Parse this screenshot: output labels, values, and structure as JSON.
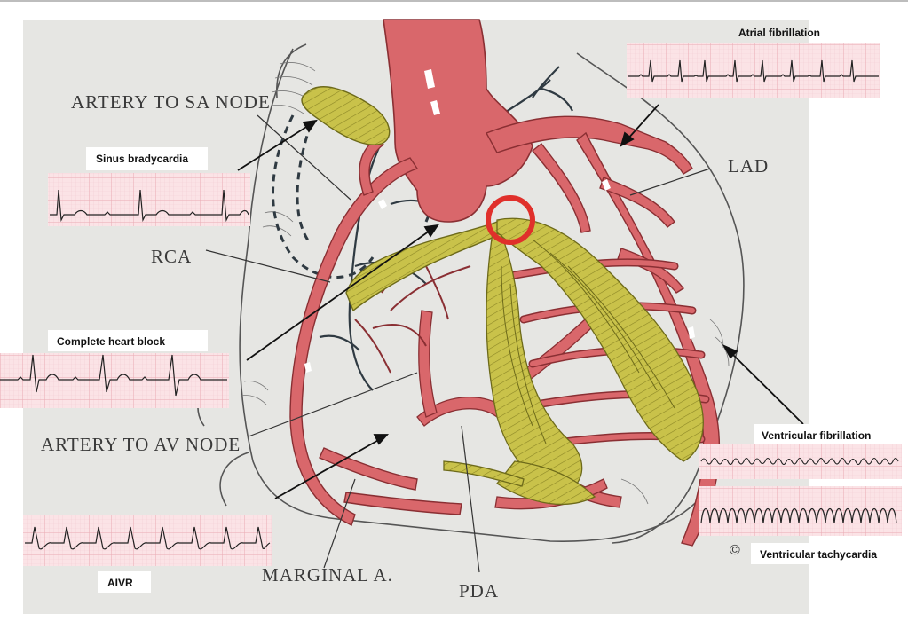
{
  "labels": {
    "artery_sa_node": "ARTERY TO SA NODE",
    "lad": "LAD",
    "rca": "RCA",
    "artery_av_node": "ARTERY TO AV NODE",
    "marginal": "MARGINAL A.",
    "pda": "PDA"
  },
  "rhythms": {
    "atrial_fibrillation": "Atrial fibrillation",
    "sinus_bradycardia": "Sinus bradycardia",
    "complete_heart_block": "Complete heart block",
    "ventricular_fibrillation": "Ventricular fibrillation",
    "ventricular_tachycardia": "Ventricular tachycardia",
    "aivr": "AIVR"
  },
  "copyright": "©",
  "colors": {
    "artery": "#d9676b",
    "artery_stroke": "#8a2f33",
    "conduction": "#c9c24a",
    "conduction_stroke": "#6d6a1a",
    "ecg_paper": "#fbe3e6",
    "ecg_grid": "#efb8c0",
    "ecg_trace": "#222222",
    "marker_circle": "#e0302b",
    "background": "#e6e6e3"
  }
}
